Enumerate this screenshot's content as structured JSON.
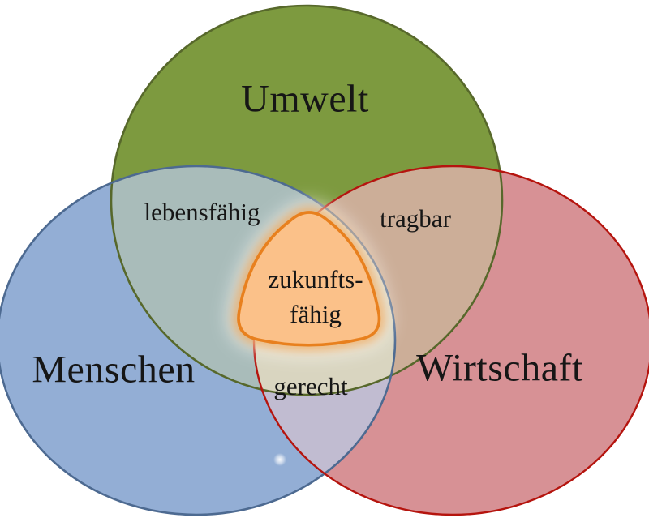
{
  "diagram": {
    "type": "venn",
    "background": "#ffffff",
    "text_color": "#161616",
    "sets": [
      {
        "id": "umwelt",
        "label": "Umwelt",
        "fill": "#7d9a3f",
        "stroke": "#57682b"
      },
      {
        "id": "menschen",
        "label": "Menschen",
        "fill": "#93aed5",
        "stroke": "#4d6a91"
      },
      {
        "id": "wirtschaft",
        "label": "Wirtschaft",
        "fill": "#d79195",
        "stroke": "#b5140e"
      }
    ],
    "intersections": [
      {
        "id": "umwelt-menschen",
        "label": "lebensfähig",
        "fill": "#a9bcba"
      },
      {
        "id": "umwelt-wirtschaft",
        "label": "tragbar",
        "fill": "#ccae98"
      },
      {
        "id": "menschen-wirtschaft",
        "label": "gerecht",
        "fill": "#c1bcd1"
      }
    ],
    "center": {
      "id": "zukunftsfaehig",
      "label_line1": "zukunfts-",
      "label_line2": "fähig",
      "fill": "#fbc189",
      "stroke": "#e8801e",
      "glow": "#f09a3e",
      "triple_fill": "#d9d5c0"
    }
  }
}
